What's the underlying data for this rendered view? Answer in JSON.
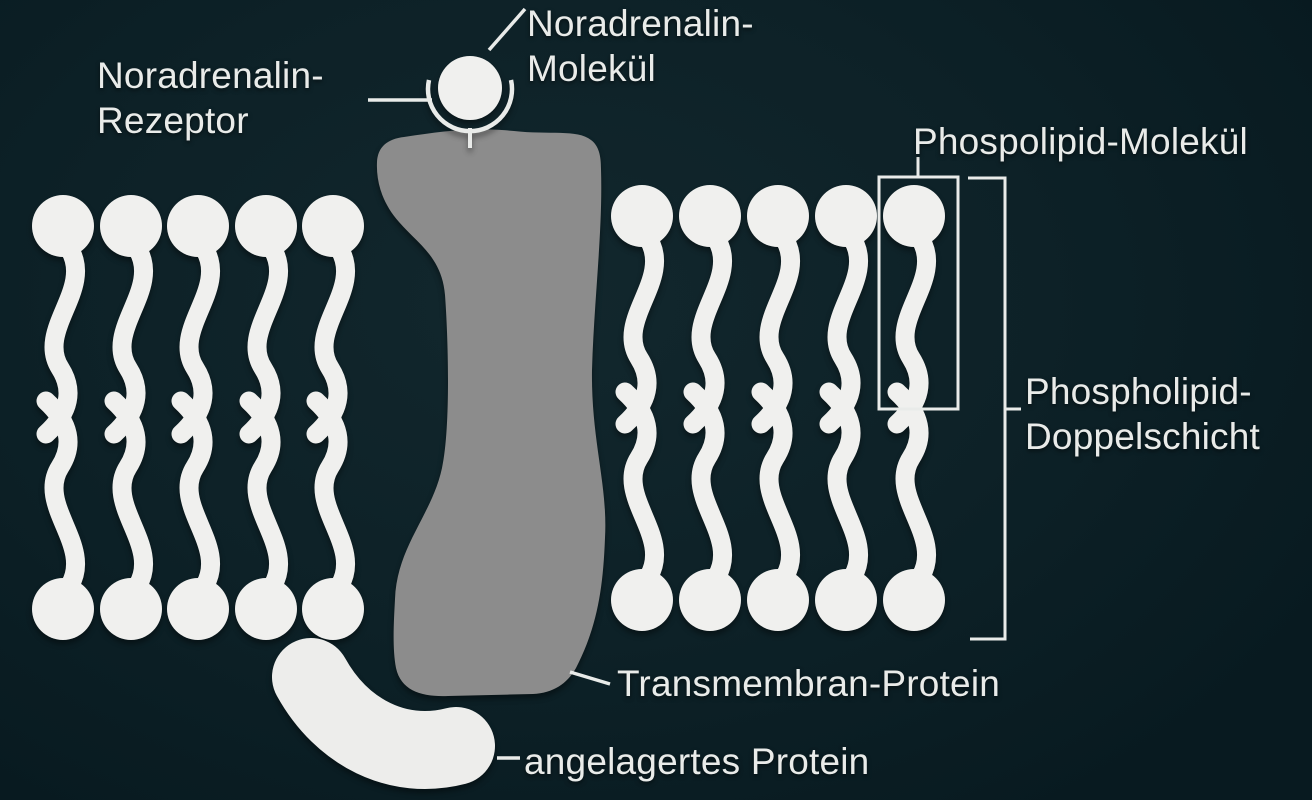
{
  "labels": {
    "noradrenalin_molecule": {
      "line1": "Noradrenalin-",
      "line2": "Molekül"
    },
    "noradrenalin_receptor": {
      "line1": "Noradrenalin-",
      "line2": "Rezeptor"
    },
    "phospholipid_molecule": {
      "line1": "Phospolipid-Molekül"
    },
    "phospholipid_bilayer": {
      "line1": "Phospholipid-",
      "line2": "Doppelschicht"
    },
    "transmembrane_protein": {
      "line1": "Transmembran-Protein"
    },
    "attached_protein": {
      "line1": "angelagertes Protein"
    }
  },
  "colors": {
    "background": "#0d2127",
    "lipid": "#f0f0ee",
    "protein_gray": "#8c8c8c",
    "attached_protein": "#ededeb",
    "line": "#e9ebe9",
    "text": "#e9ebe9"
  },
  "membrane": {
    "layers": 2,
    "phospholipids_left_block_per_layer": 5,
    "phospholipids_right_block_per_layer": 5
  }
}
